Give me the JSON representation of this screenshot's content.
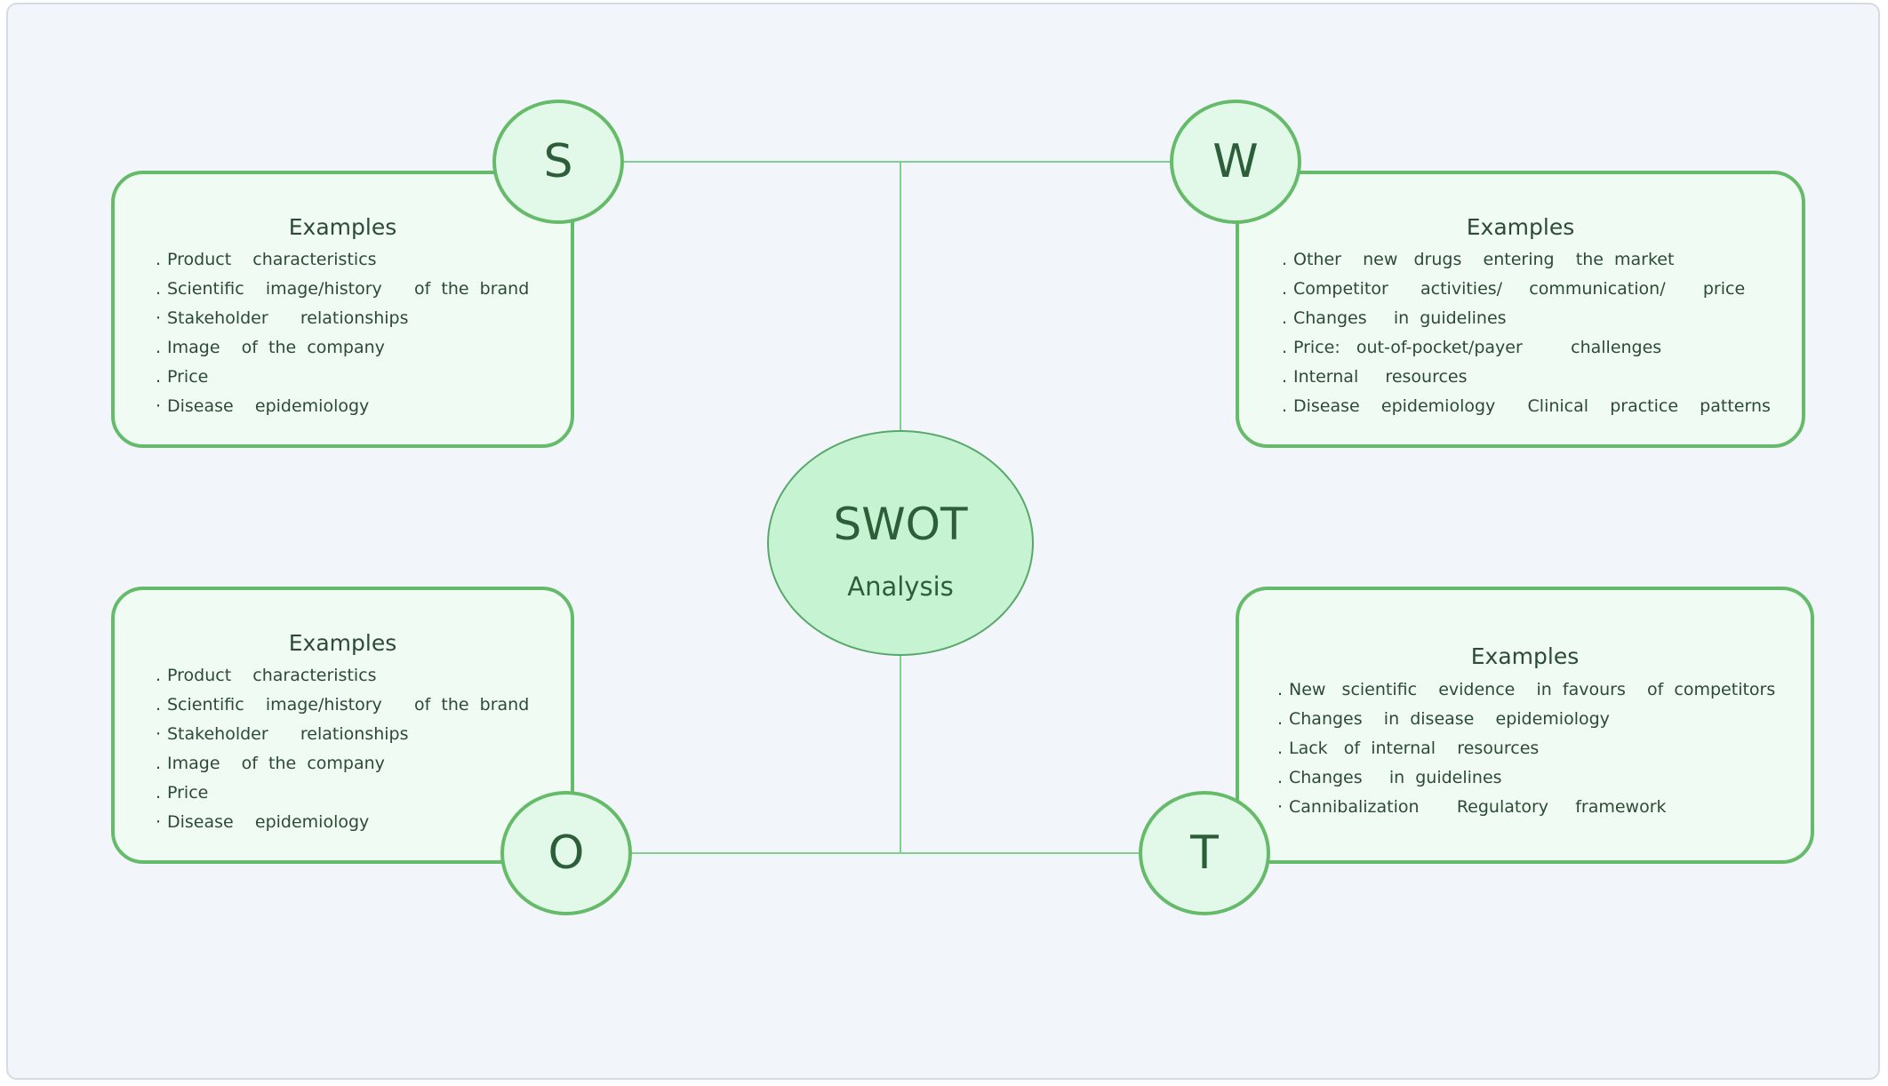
{
  "center": {
    "title": "SWOT",
    "subtitle": "Analysis"
  },
  "quadrants": {
    "s": {
      "letter": "S",
      "title": "Examples",
      "items": [
        {
          "bullet": ".",
          "text": "Product    characteristics"
        },
        {
          "bullet": ".",
          "text": "Scientific    image/history      of  the  brand"
        },
        {
          "bullet": "·",
          "text": "Stakeholder      relationships"
        },
        {
          "bullet": ".",
          "text": "Image    of  the  company"
        },
        {
          "bullet": ".",
          "text": "Price"
        },
        {
          "bullet": "·",
          "text": "Disease    epidemiology"
        }
      ]
    },
    "w": {
      "letter": "W",
      "title": "Examples",
      "items": [
        {
          "bullet": ".",
          "text": "Other    new   drugs    entering    the  market"
        },
        {
          "bullet": ".",
          "text": "Competitor      activities/     communication/       price"
        },
        {
          "bullet": ".",
          "text": "Changes     in  guidelines"
        },
        {
          "bullet": ".",
          "text": "Price:   out-of-pocket/payer         challenges"
        },
        {
          "bullet": ".",
          "text": "Internal     resources"
        },
        {
          "bullet": ".",
          "text": "Disease    epidemiology      Clinical    practice    patterns"
        }
      ]
    },
    "o": {
      "letter": "O",
      "title": "Examples",
      "items": [
        {
          "bullet": ".",
          "text": "Product    characteristics"
        },
        {
          "bullet": ".",
          "text": "Scientific    image/history      of  the  brand"
        },
        {
          "bullet": "·",
          "text": "Stakeholder      relationships"
        },
        {
          "bullet": ".",
          "text": "Image    of  the  company"
        },
        {
          "bullet": ".",
          "text": "Price"
        },
        {
          "bullet": "·",
          "text": "Disease    epidemiology"
        }
      ]
    },
    "t": {
      "letter": "T",
      "title": "Examples",
      "items": [
        {
          "bullet": ".",
          "text": "New   scientific    evidence    in  favours    of  competitors"
        },
        {
          "bullet": ".",
          "text": "Changes    in  disease    epidemiology"
        },
        {
          "bullet": ".",
          "text": "Lack   of  internal    resources"
        },
        {
          "bullet": ".",
          "text": "Changes     in  guidelines"
        },
        {
          "bullet": "·",
          "text": "Cannibalization       Regulatory     framework"
        }
      ]
    }
  }
}
